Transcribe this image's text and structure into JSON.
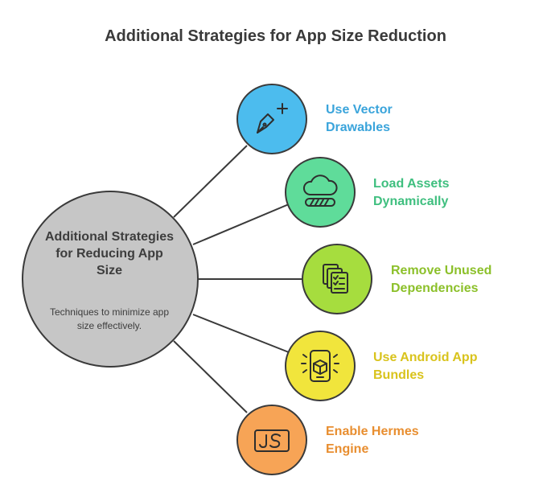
{
  "title": "Additional Strategies for App Size Reduction",
  "hub": {
    "title": "Additional Strategies for Reducing App Size",
    "description": "Techniques to minimize app size effectively."
  },
  "strategies": [
    {
      "label": "Use Vector Drawables",
      "icon": "pen-tool-icon",
      "color": "#4cbcee",
      "text_color": "#3aa4db"
    },
    {
      "label": "Load Assets Dynamically",
      "icon": "cloud-loading-icon",
      "color": "#5fdc9a",
      "text_color": "#3fbf7f"
    },
    {
      "label": "Remove Unused Dependencies",
      "icon": "checklist-documents-icon",
      "color": "#a6dd3e",
      "text_color": "#8cc02a"
    },
    {
      "label": "Use Android App Bundles",
      "icon": "phone-package-icon",
      "color": "#f1e53c",
      "text_color": "#d9c31c"
    },
    {
      "label": "Enable Hermes Engine",
      "icon": "js-code-icon",
      "color": "#f7a456",
      "text_color": "#e88e30"
    }
  ]
}
